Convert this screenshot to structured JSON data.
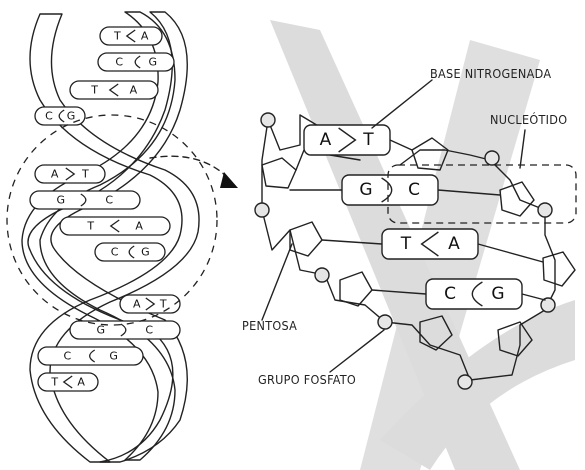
{
  "labels": {
    "base_nitrogenada": "BASE NITROGENADA",
    "nucleotido": "NUCLEÓTIDO",
    "pentosa": "PENTOSA",
    "grupo_fosfato": "GRUPO FOSFATO"
  },
  "helix_rungs": [
    {
      "left": "T",
      "right": "A",
      "bond": "<"
    },
    {
      "left": "C",
      "right": "G",
      "bond": "("
    },
    {
      "left": "T",
      "right": "A",
      "bond": "<"
    },
    {
      "left": "C",
      "right": "G",
      "bond": "("
    },
    {
      "left": "A",
      "right": "T",
      "bond": ">"
    },
    {
      "left": "G",
      "right": "C",
      "bond": ")"
    },
    {
      "left": "T",
      "right": "A",
      "bond": "<"
    },
    {
      "left": "C",
      "right": "G",
      "bond": "("
    },
    {
      "left": "A",
      "right": "T",
      "bond": ">"
    },
    {
      "left": "G",
      "right": "C",
      "bond": ")"
    },
    {
      "left": "C",
      "right": "G",
      "bond": "("
    },
    {
      "left": "T",
      "right": "A",
      "bond": "<"
    }
  ],
  "detail_pairs": [
    {
      "left": "A",
      "right": "T",
      "bond": ">"
    },
    {
      "left": "G",
      "right": "C",
      "bond": ")"
    },
    {
      "left": "T",
      "right": "A",
      "bond": "<"
    },
    {
      "left": "C",
      "right": "G",
      "bond": "("
    }
  ],
  "colors": {
    "ink": "#222222",
    "strand_light": "#ececec",
    "strand_dark": "#bdbdbd",
    "background_band": "#dcdcdc",
    "phosphate": "#e6e6e6",
    "pentose": "#d2d2d2"
  }
}
